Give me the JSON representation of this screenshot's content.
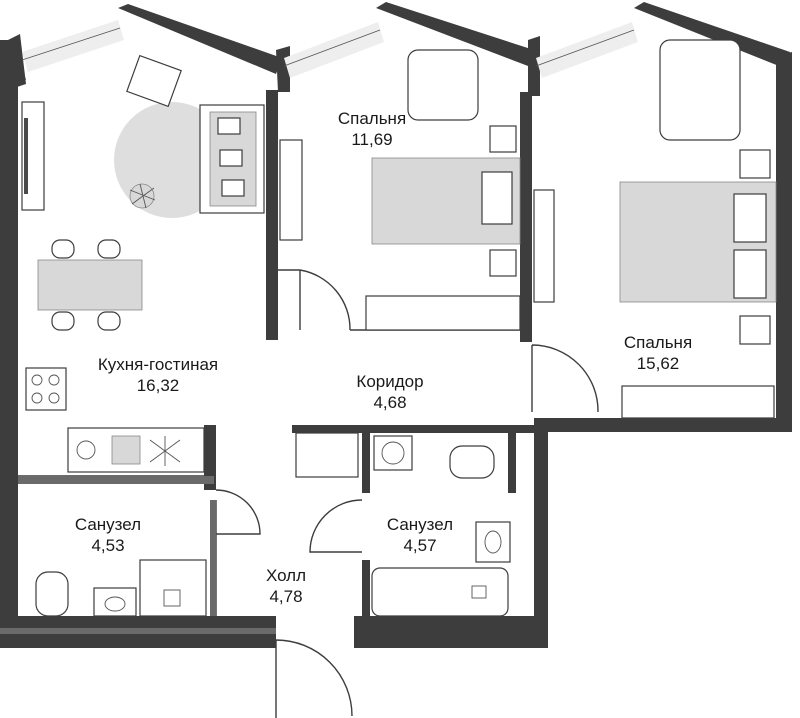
{
  "rooms": {
    "kitchen_living": {
      "name": "Кухня-гостиная",
      "area": "16,32"
    },
    "bedroom_small": {
      "name": "Спальня",
      "area": "11,69"
    },
    "bedroom_large": {
      "name": "Спальня",
      "area": "15,62"
    },
    "corridor": {
      "name": "Коридор",
      "area": "4,68"
    },
    "bathroom_left": {
      "name": "Санузел",
      "area": "4,53"
    },
    "bathroom_right": {
      "name": "Санузел",
      "area": "4,57"
    },
    "hall": {
      "name": "Холл",
      "area": "4,78"
    }
  }
}
